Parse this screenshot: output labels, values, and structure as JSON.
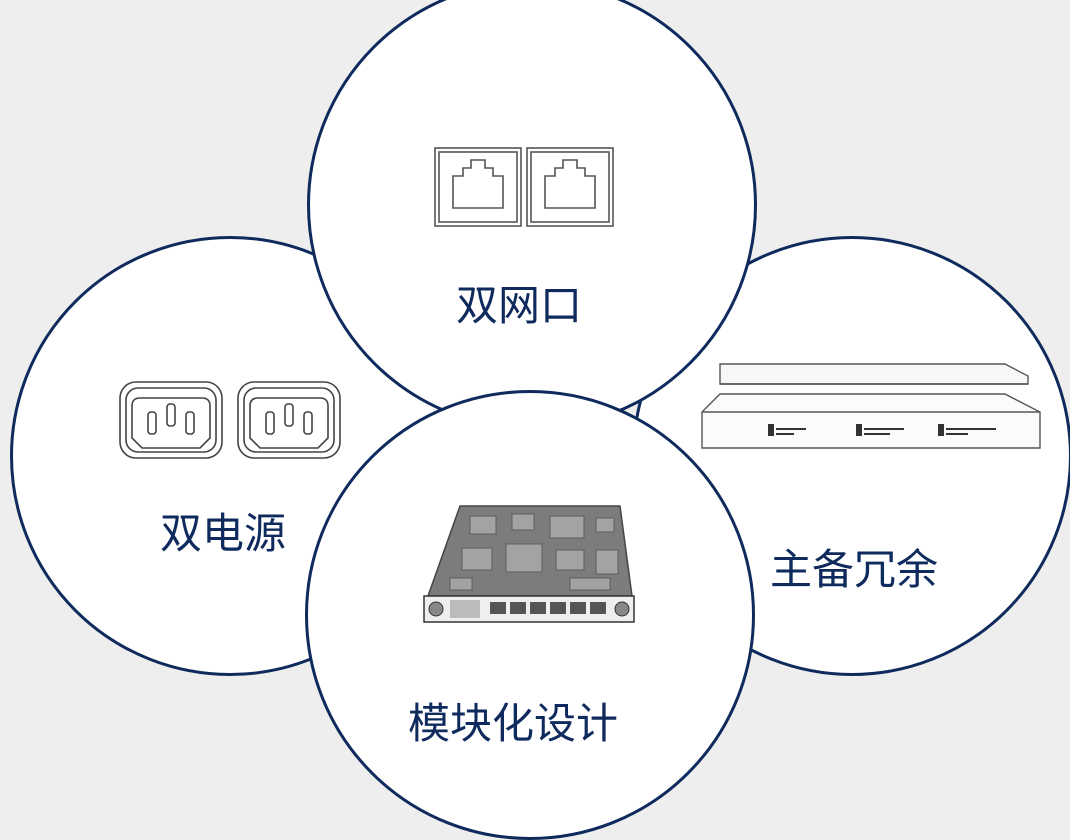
{
  "colors": {
    "background": "#eeeeee",
    "circle_fill": "#ffffff",
    "circle_border": "#0f2a5c",
    "label_text": "#0f2a5c"
  },
  "features": {
    "dual_power": {
      "label": "双电源",
      "icon": "power-socket-icon"
    },
    "dual_network": {
      "label": "双网口",
      "icon": "ethernet-port-icon"
    },
    "redundancy": {
      "label": "主备冗余",
      "icon": "rack-device-icon"
    },
    "modular": {
      "label": "模块化设计",
      "icon": "interface-module-icon"
    }
  }
}
